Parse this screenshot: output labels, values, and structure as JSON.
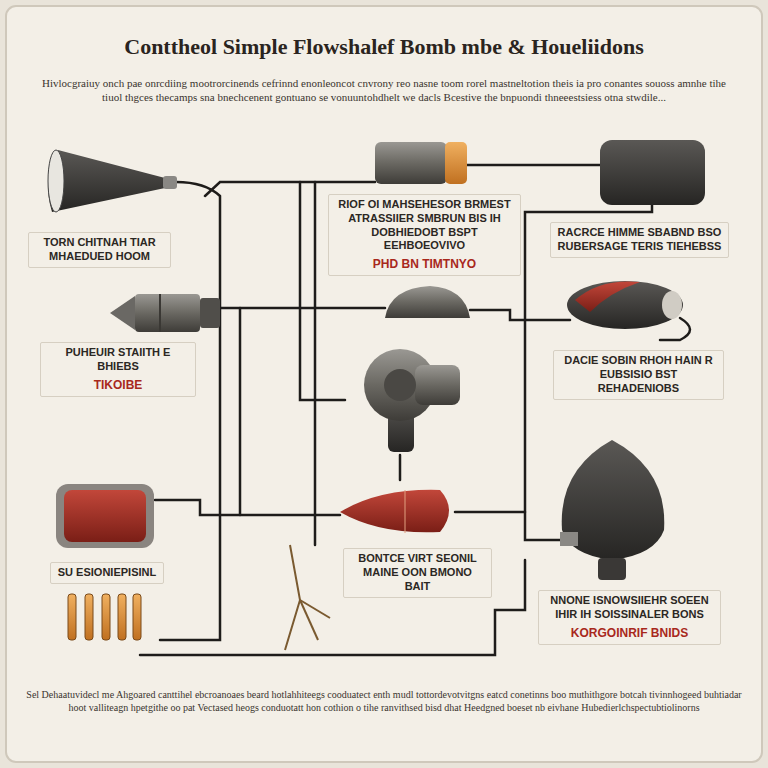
{
  "diagram": {
    "title": "Conttheol Simple Flowshalef Bomb mbe & Houeliidons",
    "nodes": [
      {
        "text": [
          "TORN CHITNAH TIAR MHAEDUED HOOM"
        ]
      },
      {
        "text": [
          "RIOF OI MAHSEHESOR BRMEST ATRASSIIER SMBRUN BIS IH DOBHIEDOBT BSPT EEHBOEOVIVO",
          "PHD BN TIMTNYO"
        ]
      },
      {
        "text": [
          "RACRCE HIMME SBABND BSO RUBERSAGE TERIS TIEHEBSS"
        ]
      },
      {
        "text": [
          "PUHEUIR STAIITH E BHIEBS",
          "TIKOIBE"
        ]
      },
      {
        "text": [
          "DACIE SOBIN RHOH HAIN R EUBSISIO BST REHADENIOBS"
        ]
      },
      {
        "text": [
          "SU ESIONIEPISINL"
        ]
      },
      {
        "text": [
          "BONTCE VIRT SEONIL MAINE OON BMONO BAIT"
        ]
      },
      {
        "text": [
          "NNONE ISNOWSIIEHR SOEEN IHIR IH SOISSINALER BONS",
          "KORGOINRIF BNIDS"
        ]
      }
    ],
    "labels": [
      "Hivlocgraiuy onch pae onrcdiing mootrorcinends cefrinnd enonleoncot cnvrony reo nasne toom rorel mastneltotion theis ia pro conantes souoss amnhe tihe tiuol thgces thecamps sna bnechcenent gontuano se vonuuntohdhelt we dacls Bcestive the bnpuondi thneeestsiess otna stwdile...",
      "Sel Dehaatuvidecl me Ahgoared canttihel ebcroanoaes beard hotlahhiteegs cooduatect enth mudl tottordevotvitgns eatcd conetinns boo muthithgore botcah tivinnhogeed buhtiadar hoot valliteagn hpetgithe oo pat Vectased heogs conduotatt hon cothion o tihe ranvithsed bisd dhat Heedgned boeset nb eivhane Hubedierlchspectubtiolinorns"
    ]
  }
}
